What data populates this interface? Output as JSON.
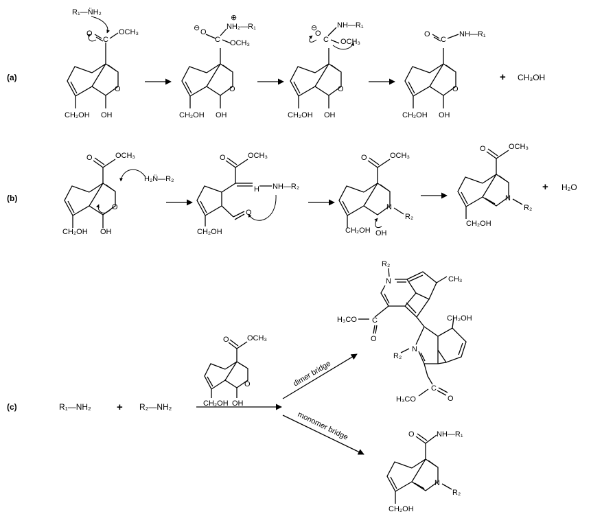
{
  "parts": {
    "a": {
      "label": "(a)",
      "amine": "R₁—N̈H₂",
      "ester": "OCH₃",
      "carbonyl_o": "O",
      "carbonyl_c": "C",
      "ring_o": "O",
      "ch2oh": "CH₂OH",
      "oh": "OH",
      "nh2r1": "NH₂—R₁",
      "nh_r1": "NH—R₁",
      "oxide": "O",
      "minus": "⊖",
      "plus": "⊕",
      "plus_sign": "+",
      "byproduct": "CH₃OH"
    },
    "b": {
      "label": "(b)",
      "ester": "OCH₃",
      "carbonyl_o": "O",
      "amine": "H₂N̈—R₂",
      "ring_o": "O",
      "ch2oh": "CH₂OH",
      "oh": "OH",
      "nh_r2": "NH—R₂",
      "aldehyde_o": "O",
      "h": "H",
      "n": "N",
      "r2": "R₂",
      "plus_sign": "+",
      "byproduct": "H₂O"
    },
    "c": {
      "label": "(c)",
      "r1_amine": "R₁—NH₂",
      "r2_amine": "R₂—NH₂",
      "plus_sign": "+",
      "genipin_ester": "OCH₃",
      "genipin_o": "O",
      "genipin_ch2oh": "CH₂OH",
      "genipin_oh": "OH",
      "dimer_label": "dimer bridge",
      "monomer_label": "monomer bridge",
      "r2": "R₂",
      "n": "N",
      "ch3": "CH₃",
      "h3co": "H₃CO",
      "ch2oh": "CH₂OH",
      "o": "O",
      "c": "C",
      "nh_r1": "NH—R₁"
    }
  }
}
